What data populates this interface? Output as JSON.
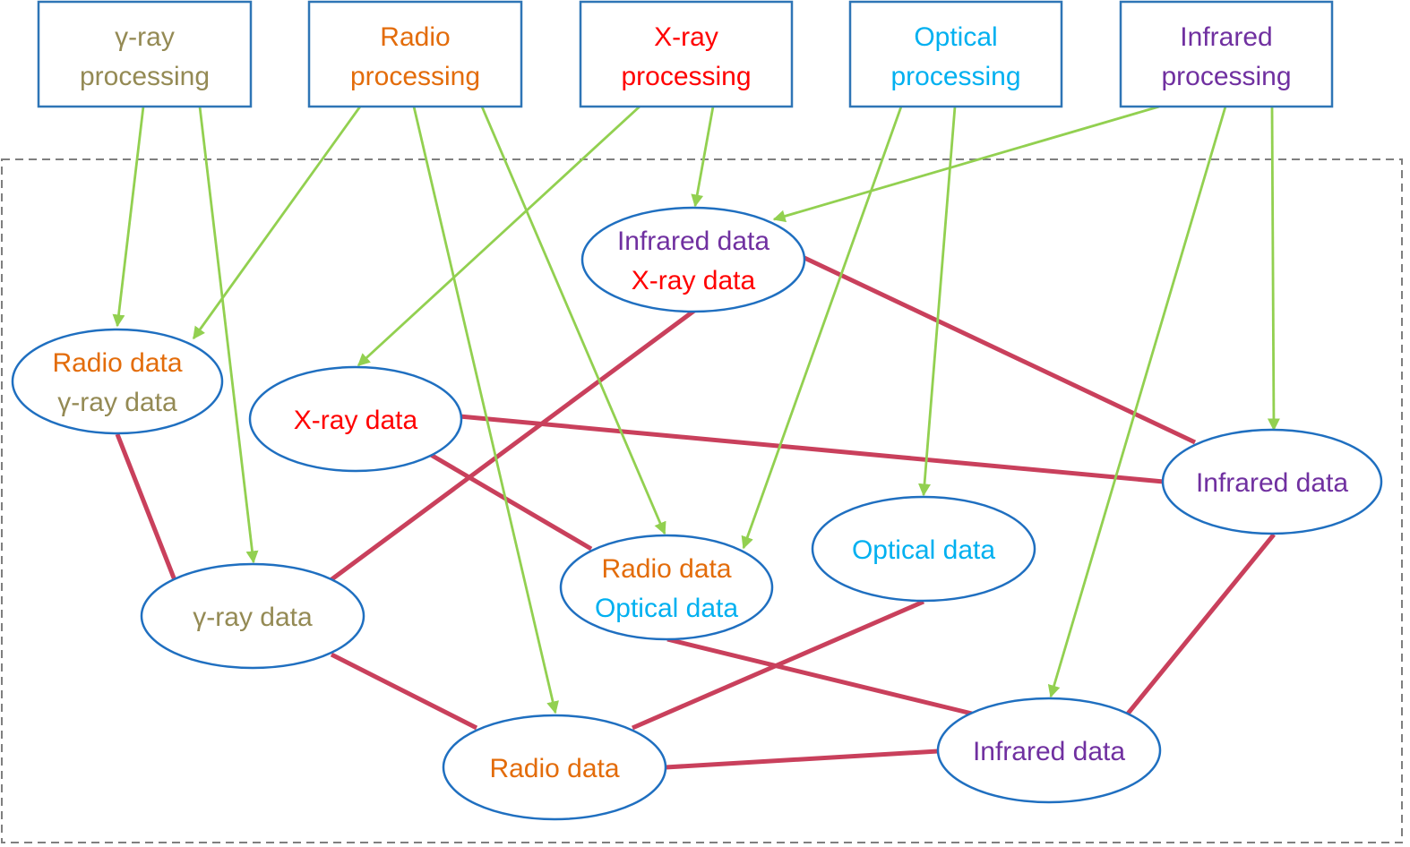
{
  "colors": {
    "gamma": "#948a54",
    "radio": "#e36c0a",
    "xray": "#ff0000",
    "optical": "#00b0f0",
    "infrared": "#7030a0",
    "flow_edge": "#92d050",
    "link_edge": "#c9405c",
    "node_border": "#1f6fc0",
    "box_border": "#2e75b6",
    "boundary": "#7f7f7f"
  },
  "processing": [
    {
      "id": "p-gamma",
      "line1": "γ-ray",
      "line2": "processing",
      "color": "gamma"
    },
    {
      "id": "p-radio",
      "line1": "Radio",
      "line2": "processing",
      "color": "radio"
    },
    {
      "id": "p-xray",
      "line1": "X-ray",
      "line2": "processing",
      "color": "xray"
    },
    {
      "id": "p-optical",
      "line1": "Optical",
      "line2": "processing",
      "color": "optical"
    },
    {
      "id": "p-infrared",
      "line1": "Infrared",
      "line2": "processing",
      "color": "infrared"
    }
  ],
  "data_nodes": [
    {
      "id": "n-radio-gamma",
      "lines": [
        {
          "text": "Radio data",
          "color": "radio"
        },
        {
          "text": "γ-ray data",
          "color": "gamma"
        }
      ]
    },
    {
      "id": "n-infrared-xray",
      "lines": [
        {
          "text": "Infrared data",
          "color": "infrared"
        },
        {
          "text": "X-ray data",
          "color": "xray"
        }
      ]
    },
    {
      "id": "n-xray",
      "lines": [
        {
          "text": "X-ray data",
          "color": "xray"
        }
      ]
    },
    {
      "id": "n-infrared-right",
      "lines": [
        {
          "text": "Infrared data",
          "color": "infrared"
        }
      ]
    },
    {
      "id": "n-optical",
      "lines": [
        {
          "text": "Optical data",
          "color": "optical"
        }
      ]
    },
    {
      "id": "n-radio-optical",
      "lines": [
        {
          "text": "Radio data",
          "color": "radio"
        },
        {
          "text": "Optical data",
          "color": "optical"
        }
      ]
    },
    {
      "id": "n-gamma",
      "lines": [
        {
          "text": "γ-ray data",
          "color": "gamma"
        }
      ]
    },
    {
      "id": "n-radio",
      "lines": [
        {
          "text": "Radio data",
          "color": "radio"
        }
      ]
    },
    {
      "id": "n-infrared-bottom",
      "lines": [
        {
          "text": "Infrared data",
          "color": "infrared"
        }
      ]
    }
  ],
  "flow_edges": [
    {
      "from": "p-gamma",
      "to": "n-radio-gamma"
    },
    {
      "from": "p-gamma",
      "to": "n-gamma"
    },
    {
      "from": "p-radio",
      "to": "n-radio-gamma"
    },
    {
      "from": "p-radio",
      "to": "n-radio"
    },
    {
      "from": "p-radio",
      "to": "n-radio-optical"
    },
    {
      "from": "p-xray",
      "to": "n-xray"
    },
    {
      "from": "p-xray",
      "to": "n-infrared-xray"
    },
    {
      "from": "p-optical",
      "to": "n-radio-optical"
    },
    {
      "from": "p-optical",
      "to": "n-optical"
    },
    {
      "from": "p-infrared",
      "to": "n-infrared-xray"
    },
    {
      "from": "p-infrared",
      "to": "n-infrared-bottom"
    },
    {
      "from": "p-infrared",
      "to": "n-infrared-right"
    }
  ],
  "link_edges": [
    {
      "from": "n-infrared-xray",
      "to": "n-infrared-right"
    },
    {
      "from": "n-infrared-xray",
      "to": "n-gamma"
    },
    {
      "from": "n-xray",
      "to": "n-infrared-right"
    },
    {
      "from": "n-xray",
      "to": "n-radio-optical"
    },
    {
      "from": "n-radio-gamma",
      "to": "n-gamma"
    },
    {
      "from": "n-gamma",
      "to": "n-radio"
    },
    {
      "from": "n-radio",
      "to": "n-optical"
    },
    {
      "from": "n-radio",
      "to": "n-infrared-bottom"
    },
    {
      "from": "n-radio-optical",
      "to": "n-infrared-bottom"
    },
    {
      "from": "n-infrared-right",
      "to": "n-infrared-bottom"
    }
  ]
}
